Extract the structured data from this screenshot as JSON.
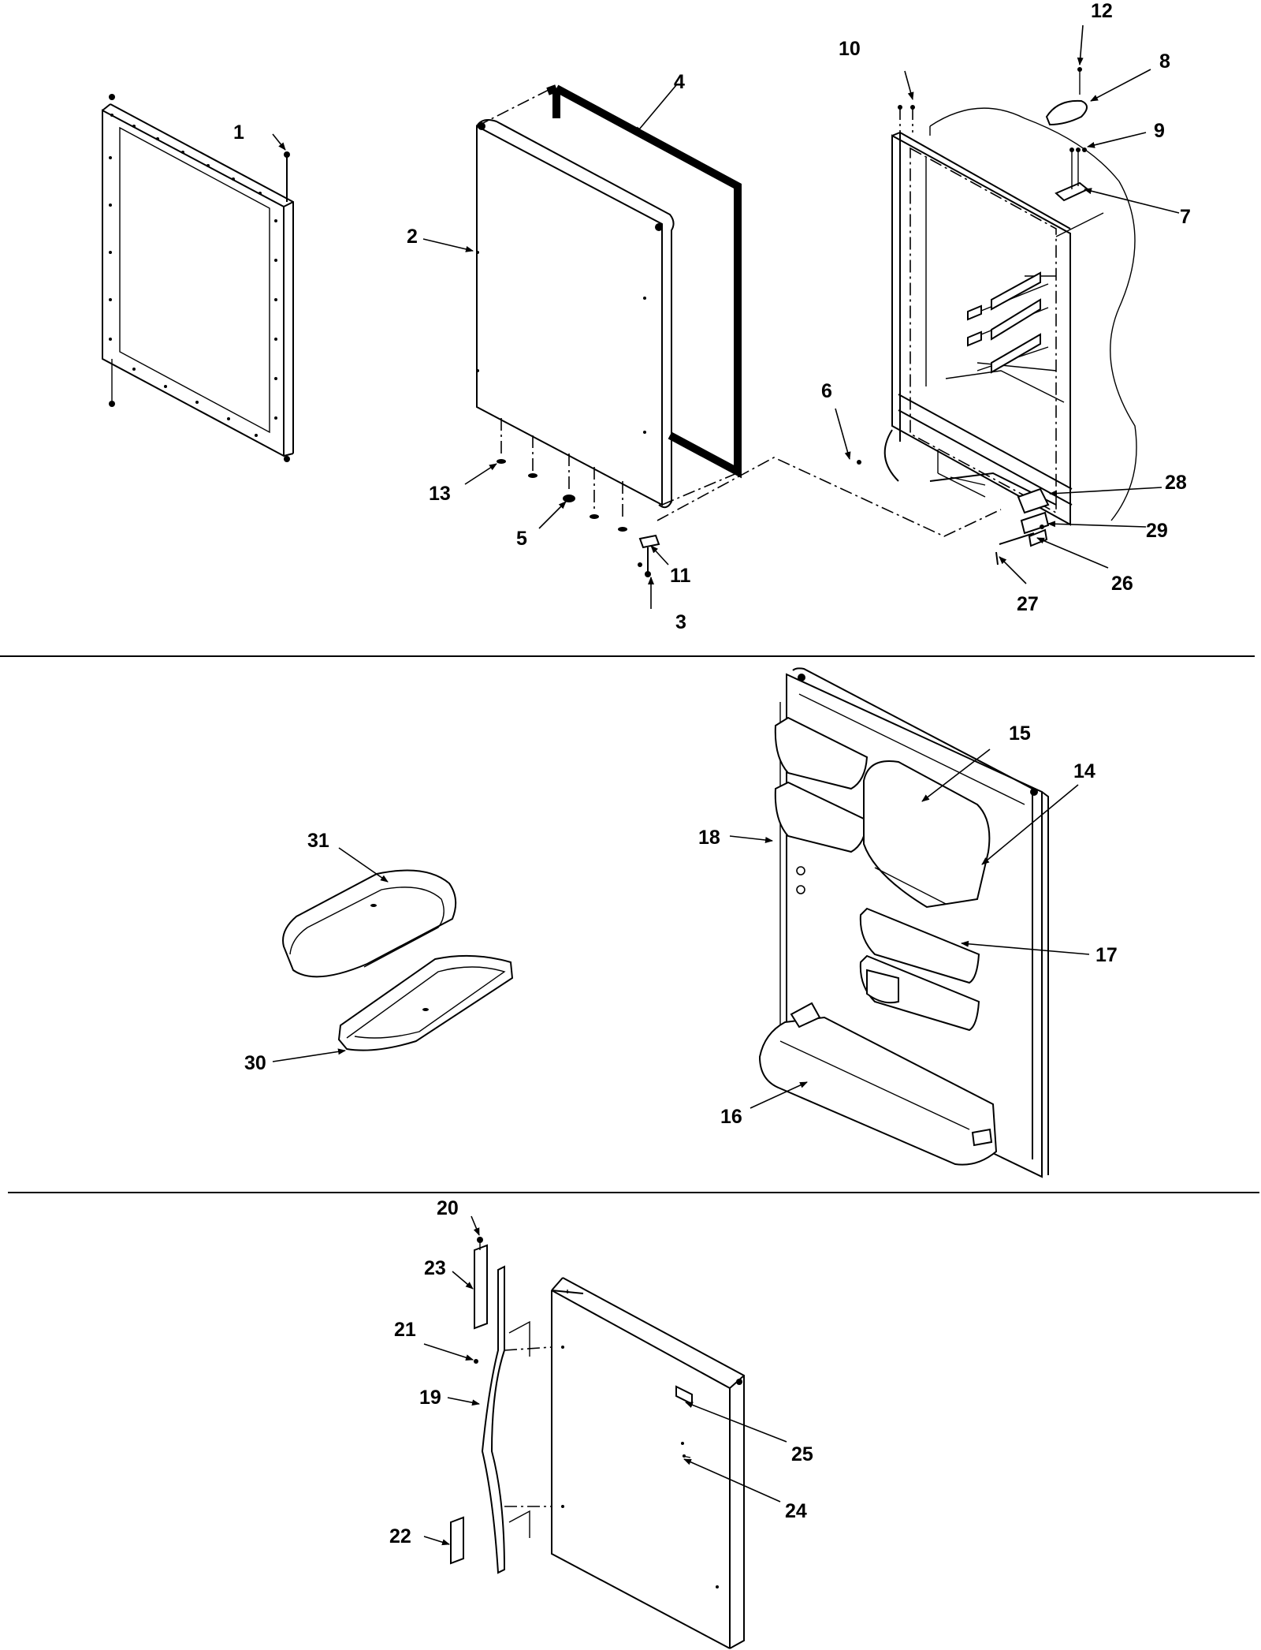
{
  "callouts": {
    "c1": "1",
    "c2": "2",
    "c3": "3",
    "c4": "4",
    "c5": "5",
    "c6": "6",
    "c7": "7",
    "c8": "8",
    "c9": "9",
    "c10": "10",
    "c11": "11",
    "c12": "12",
    "c13": "13",
    "c14": "14",
    "c15": "15",
    "c16": "16",
    "c17": "17",
    "c18": "18",
    "c19": "19",
    "c20": "20",
    "c21": "21",
    "c22": "22",
    "c23": "23",
    "c24": "24",
    "c25": "25",
    "c26": "26",
    "c27": "27",
    "c28": "28",
    "c29": "29",
    "c30": "30",
    "c31": "31"
  },
  "colors": {
    "ink": "#000000",
    "paper": "#ffffff"
  }
}
